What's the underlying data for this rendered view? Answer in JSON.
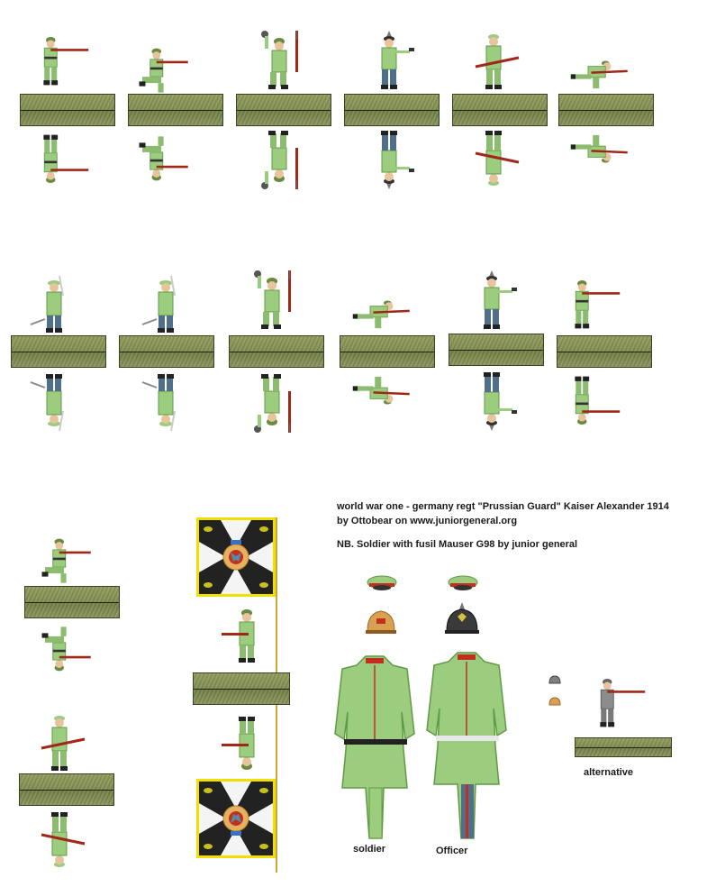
{
  "title_line1": "world war one - germany  regt \"Prussian Guard\" Kaiser Alexander 1914",
  "title_line2": "by Ottobear on www.juniorgeneral.org",
  "note": "NB. Soldier with fusil Mauser G98 by junior general",
  "labels": {
    "soldier": "soldier",
    "officer": "Officer",
    "alternative": "alternative"
  },
  "colors": {
    "tunic": "#9ccc7e",
    "tunic_dark": "#5f9a45",
    "trousers_officer": "#4f6f8a",
    "rifle": "#a02818",
    "base": "#7f8c4e",
    "alternative_tunic": "#8c8c8c",
    "flag_border": "#f0e000"
  }
}
